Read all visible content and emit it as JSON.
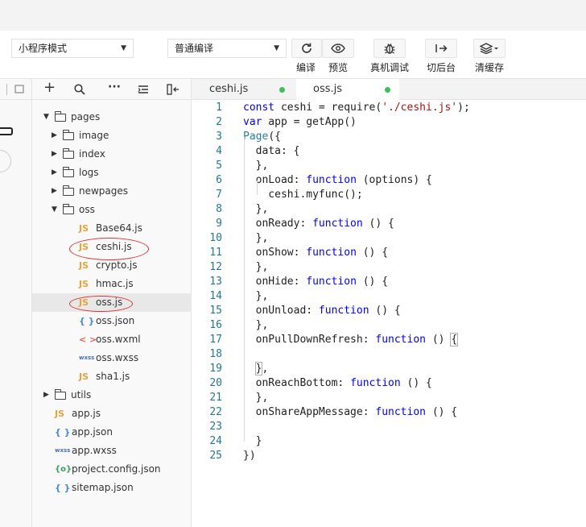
{
  "toolbar": {
    "mode_select": "小程序模式",
    "compile_select": "普通编译",
    "buttons": [
      {
        "icon": "refresh-icon",
        "label": "编译"
      },
      {
        "icon": "eye-icon",
        "label": "预览"
      },
      {
        "icon": "bug-icon",
        "label": "真机调试"
      },
      {
        "icon": "switch-backend-icon",
        "label": "切后台"
      },
      {
        "icon": "layers-icon",
        "label": "清缓存"
      }
    ]
  },
  "tree": [
    {
      "name": "pages",
      "type": "folder",
      "open": true,
      "depth": 0
    },
    {
      "name": "image",
      "type": "folder",
      "open": false,
      "depth": 1
    },
    {
      "name": "index",
      "type": "folder",
      "open": false,
      "depth": 1
    },
    {
      "name": "logs",
      "type": "folder",
      "open": false,
      "depth": 1
    },
    {
      "name": "newpages",
      "type": "folder",
      "open": false,
      "depth": 1
    },
    {
      "name": "oss",
      "type": "folder",
      "open": true,
      "depth": 1
    },
    {
      "name": "Base64.js",
      "type": "js",
      "badge": "JS",
      "depth": 2
    },
    {
      "name": "ceshi.js",
      "type": "js",
      "badge": "JS",
      "depth": 2
    },
    {
      "name": "crypto.js",
      "type": "js",
      "badge": "JS",
      "depth": 2
    },
    {
      "name": "hmac.js",
      "type": "js",
      "badge": "JS",
      "depth": 2
    },
    {
      "name": "oss.js",
      "type": "js",
      "badge": "JS",
      "depth": 2,
      "selected": true
    },
    {
      "name": "oss.json",
      "type": "json",
      "badge": "{ }",
      "depth": 2
    },
    {
      "name": "oss.wxml",
      "type": "wxml",
      "badge": "< >",
      "depth": 2
    },
    {
      "name": "oss.wxss",
      "type": "wxss",
      "badge": "wxss",
      "depth": 2
    },
    {
      "name": "sha1.js",
      "type": "js",
      "badge": "JS",
      "depth": 2
    },
    {
      "name": "utils",
      "type": "folder",
      "open": false,
      "depth": 0
    },
    {
      "name": "app.js",
      "type": "js",
      "badge": "JS",
      "depth": 0
    },
    {
      "name": "app.json",
      "type": "json",
      "badge": "{ }",
      "depth": 0
    },
    {
      "name": "app.wxss",
      "type": "wxss",
      "badge": "wxss",
      "depth": 0
    },
    {
      "name": "project.config.json",
      "type": "cfg",
      "badge": "{o}",
      "depth": 0
    },
    {
      "name": "sitemap.json",
      "type": "json",
      "badge": "{ }",
      "depth": 0
    }
  ],
  "tabs": [
    {
      "label": "ceshi.js",
      "modified": true,
      "active": false
    },
    {
      "label": "oss.js",
      "modified": true,
      "active": true
    }
  ],
  "code_lines": [
    [
      [
        "kw",
        "const"
      ],
      [
        "t",
        " ceshi = require("
      ],
      [
        "str",
        "'./ceshi.js'"
      ],
      [
        "t",
        ");"
      ]
    ],
    [
      [
        "kw",
        "var"
      ],
      [
        "t",
        " app = getApp()"
      ]
    ],
    [
      [
        "obj",
        "Page"
      ],
      [
        "t",
        "({"
      ]
    ],
    [
      [
        "t",
        "  data: {"
      ]
    ],
    [
      [
        "t",
        "  },"
      ]
    ],
    [
      [
        "t",
        "  onLoad: "
      ],
      [
        "kw",
        "function"
      ],
      [
        "t",
        " (options) {"
      ]
    ],
    [
      [
        "t",
        "    ceshi.myfunc();"
      ]
    ],
    [
      [
        "t",
        "  },"
      ]
    ],
    [
      [
        "t",
        "  onReady: "
      ],
      [
        "kw",
        "function"
      ],
      [
        "t",
        " () {"
      ]
    ],
    [
      [
        "t",
        "  },"
      ]
    ],
    [
      [
        "t",
        "  onShow: "
      ],
      [
        "kw",
        "function"
      ],
      [
        "t",
        " () {"
      ]
    ],
    [
      [
        "t",
        "  },"
      ]
    ],
    [
      [
        "t",
        "  onHide: "
      ],
      [
        "kw",
        "function"
      ],
      [
        "t",
        " () {"
      ]
    ],
    [
      [
        "t",
        "  },"
      ]
    ],
    [
      [
        "t",
        "  onUnload: "
      ],
      [
        "kw",
        "function"
      ],
      [
        "t",
        " () {"
      ]
    ],
    [
      [
        "t",
        "  },"
      ]
    ],
    [
      [
        "t",
        "  onPullDownRefresh: "
      ],
      [
        "kw",
        "function"
      ],
      [
        "t",
        " () "
      ],
      [
        "hl",
        "{"
      ]
    ],
    [
      [
        "t",
        ""
      ]
    ],
    [
      [
        "t",
        "  "
      ],
      [
        "hl",
        "}"
      ],
      [
        "t",
        ","
      ]
    ],
    [
      [
        "t",
        "  onReachBottom: "
      ],
      [
        "kw",
        "function"
      ],
      [
        "t",
        " () {"
      ]
    ],
    [
      [
        "t",
        "  },"
      ]
    ],
    [
      [
        "t",
        "  onShareAppMessage: "
      ],
      [
        "kw",
        "function"
      ],
      [
        "t",
        " () {"
      ]
    ],
    [
      [
        "t",
        ""
      ]
    ],
    [
      [
        "t",
        "  }"
      ]
    ],
    [
      [
        "t",
        "})"
      ]
    ]
  ]
}
